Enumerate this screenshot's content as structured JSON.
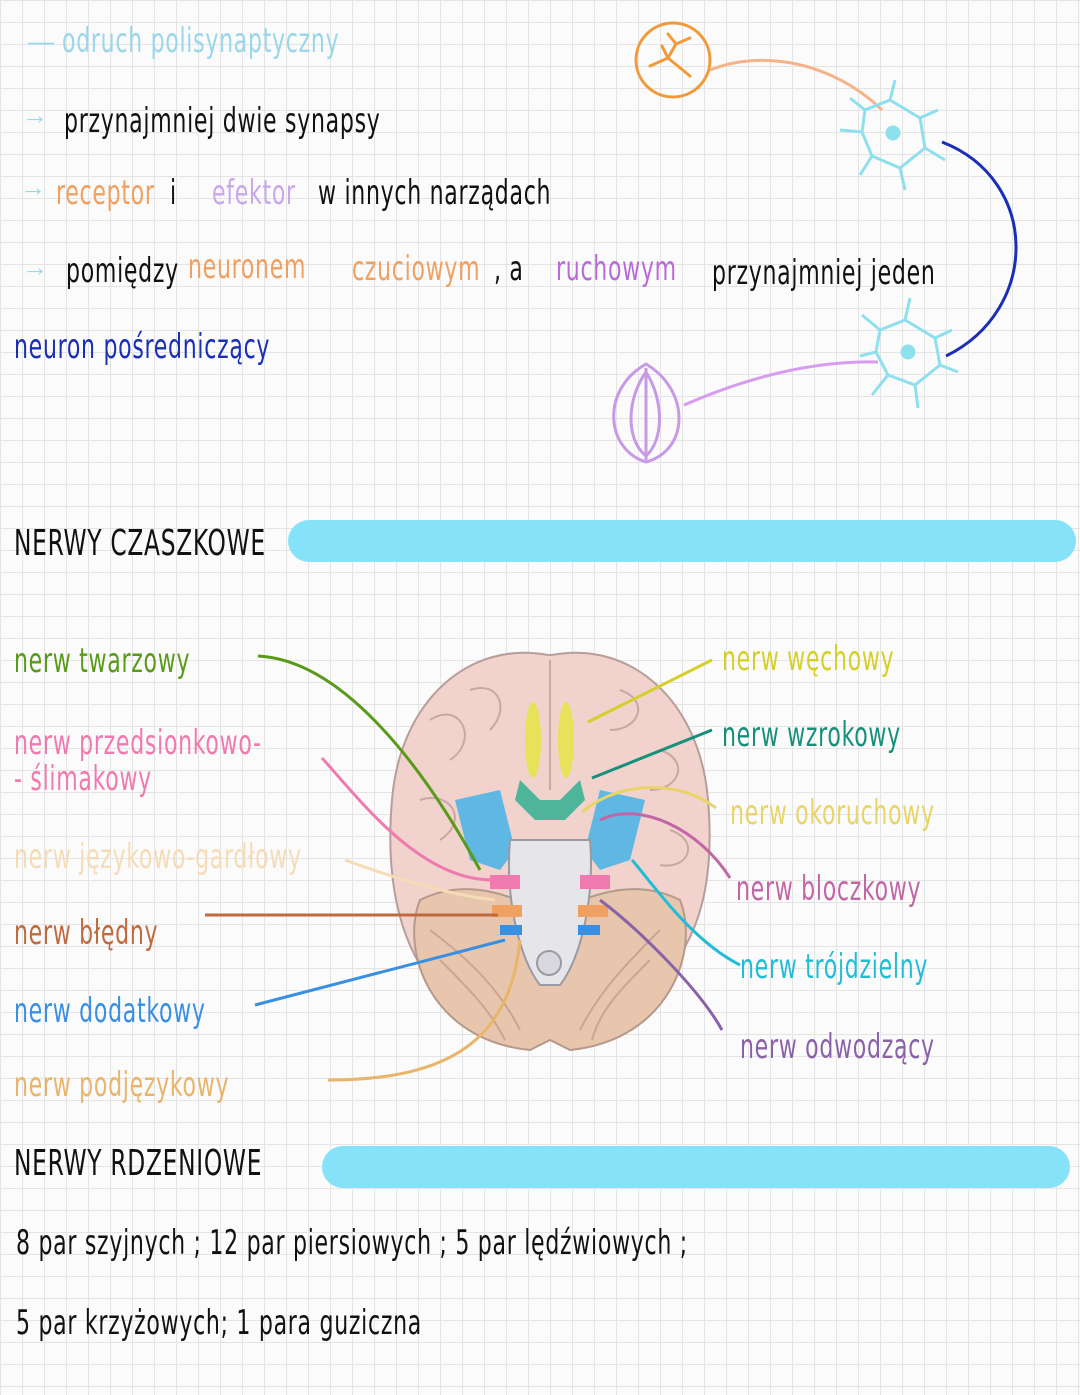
{
  "colors": {
    "light_blue": "#9ad7ea",
    "orange": "#f0a060",
    "purple": "#b86bd6",
    "blue": "#1a2fb4",
    "cyan_bar": "#86e2f8",
    "black": "#111111"
  },
  "notes": {
    "title": "odruch polisynaptyczny",
    "items": [
      "przynajmniej dwie synapsy",
      "w innych narządach",
      "przynajmniej jeden"
    ],
    "receptor": "receptor",
    "i": "i",
    "efektor": "efektor",
    "pomiedzy": "pomiędzy",
    "neuronem": "neuronem",
    "czuciowym": "czuciowym",
    "comma_a": ", a",
    "ruchowym": "ruchowym",
    "neuron_posredniczacy": "neuron pośredniczący"
  },
  "cranial": {
    "heading": "NERWY CZASZKOWE",
    "left": [
      {
        "text": "nerw twarzowy",
        "color": "#5a9a1a"
      },
      {
        "text": "nerw przedsionkowo-",
        "text2": "- ślimakowy",
        "color": "#f07ab0"
      },
      {
        "text": "nerw językowo-gardłowy",
        "color": "#f6dcb6"
      },
      {
        "text": "nerw błędny",
        "color": "#c06a3e"
      },
      {
        "text": "nerw dodatkowy",
        "color": "#3a8fe0"
      },
      {
        "text": "nerw podjęzykowy",
        "color": "#e8b56a"
      }
    ],
    "right": [
      {
        "text": "nerw węchowy",
        "color": "#d6cf2a"
      },
      {
        "text": "nerw wzrokowy",
        "color": "#16907a"
      },
      {
        "text": "nerw okoruchowy",
        "color": "#e8d468"
      },
      {
        "text": "nerw bloczkowy",
        "color": "#c266a6"
      },
      {
        "text": "nerw trójdzielny",
        "color": "#22bcd6"
      },
      {
        "text": "nerw odwodzący",
        "color": "#8a62a8"
      }
    ]
  },
  "spinal": {
    "heading": "NERWY RDZENIOWE",
    "line1": "8 par szyjnych ; 12 par piersiowych ; 5 par lędźwiowych ;",
    "line2": "5 par krzyżowych; 1 para guziczna"
  }
}
